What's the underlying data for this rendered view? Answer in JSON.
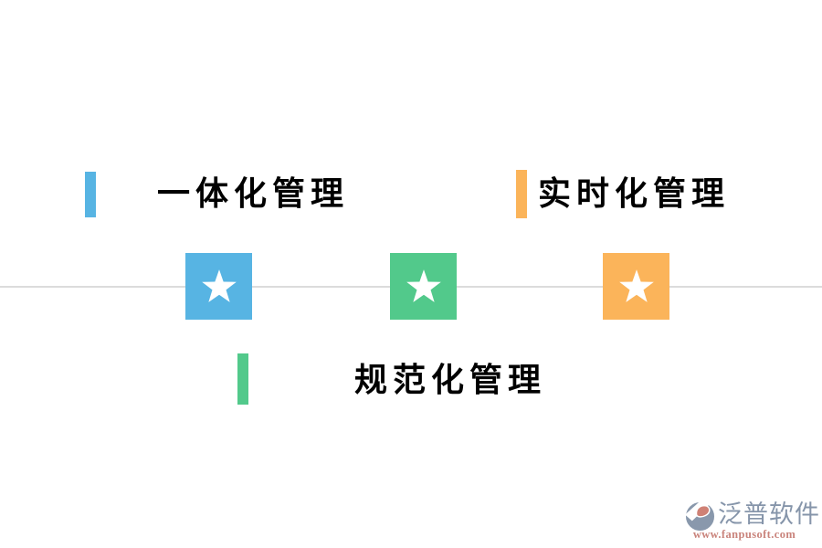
{
  "features": [
    {
      "label": "一体化管理",
      "accent_color": "#57b4e3"
    },
    {
      "label": "实时化管理",
      "accent_color": "#fbb45a"
    },
    {
      "label": "规范化管理",
      "accent_color": "#52c98b"
    }
  ],
  "star_tiles": [
    {
      "icon": "star-icon",
      "color": "#57b4e3"
    },
    {
      "icon": "star-icon",
      "color": "#52c98b"
    },
    {
      "icon": "star-icon",
      "color": "#fbb45a"
    }
  ],
  "divider": {
    "color": "#dcdcdc"
  },
  "watermark": {
    "brand_name": "泛普软件",
    "website": "www.fanpusoft.com",
    "brand_color": "#8695aa",
    "website_color": "#c9837b"
  }
}
